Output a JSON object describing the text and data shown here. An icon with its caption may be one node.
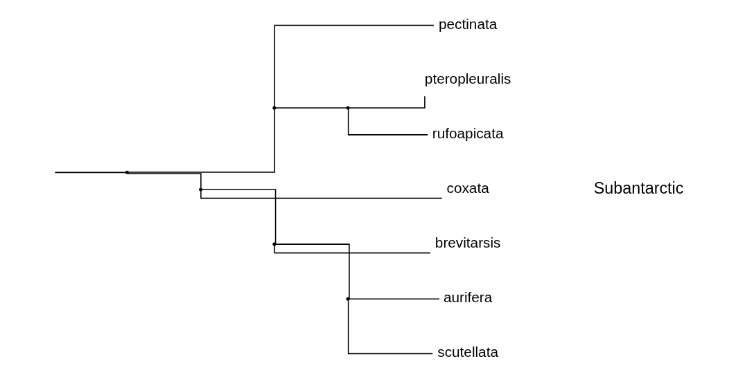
{
  "diagram": {
    "nodes": [
      {
        "text": [],
        "shape": "point"
      },
      {
        "text": [],
        "shape": "point"
      },
      {
        "text": [
          "pectinata"
        ]
      },
      {
        "text": [],
        "shape": "point"
      },
      {
        "text": [
          "pteropleuralis"
        ]
      },
      {
        "text": [
          "rufoapicata"
        ]
      },
      {
        "text": [],
        "shape": "point"
      },
      {
        "text": [
          "coxata"
        ]
      },
      {
        "text": [],
        "shape": "point"
      },
      {
        "text": [
          "brevitarsis"
        ]
      },
      {
        "text": [],
        "shape": "point"
      },
      {
        "text": [
          "aurifera"
        ]
      },
      {
        "text": [
          "scutellata"
        ]
      }
    ],
    "edges": [
      {
        "from": null,
        "to": 0,
        "arrow": "none"
      },
      {
        "from": 0,
        "to": 1,
        "arrow": "none"
      },
      {
        "from": 0,
        "to": 6,
        "arrow": "none"
      },
      {
        "from": 1,
        "to": 2,
        "arrow": "none"
      },
      {
        "from": 1,
        "to": 3,
        "arrow": "none"
      },
      {
        "from": 3,
        "to": 4,
        "arrow": "none"
      },
      {
        "from": 3,
        "to": 5,
        "arrow": "none"
      },
      {
        "from": 6,
        "to": 7,
        "arrow": "none"
      },
      {
        "from": 6,
        "to": 8,
        "arrow": "none"
      },
      {
        "from": 8,
        "to": 9,
        "arrow": "none"
      },
      {
        "from": 8,
        "to": 10,
        "arrow": "none"
      },
      {
        "from": 10,
        "to": 11,
        "arrow": "none"
      },
      {
        "from": 10,
        "to": 12,
        "arrow": "none"
      }
    ],
    "labels": [
      "Subantarctic"
    ]
  }
}
